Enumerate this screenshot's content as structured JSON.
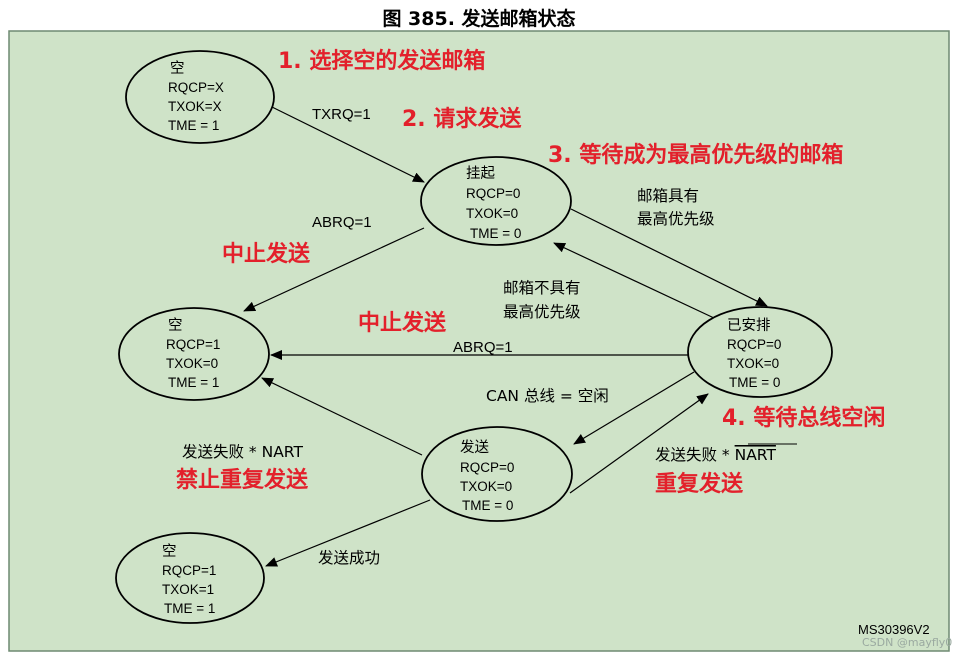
{
  "title": "图 385. 发送邮箱状态",
  "colors": {
    "background": "#cfe3c8",
    "border": "#6f8a72",
    "annotation_red": "#e3202b"
  },
  "states": {
    "empty_top": {
      "name": "空",
      "l1": "RQCP=X",
      "l2": "TXOK=X",
      "l3": "TME = 1"
    },
    "pending": {
      "name": "挂起",
      "l1": "RQCP=0",
      "l2": "TXOK=0",
      "l3": "TME = 0"
    },
    "empty_mid": {
      "name": "空",
      "l1": "RQCP=1",
      "l2": "TXOK=0",
      "l3": "TME = 1"
    },
    "scheduled": {
      "name": "已安排",
      "l1": "RQCP=0",
      "l2": "TXOK=0",
      "l3": "TME = 0"
    },
    "transmit": {
      "name": "发送",
      "l1": "RQCP=0",
      "l2": "TXOK=0",
      "l3": "TME = 0"
    },
    "empty_bottom": {
      "name": "空",
      "l1": "RQCP=1",
      "l2": "TXOK=1",
      "l3": "TME = 1"
    }
  },
  "transitions": {
    "txrq": "TXRQ=1",
    "abrq1": "ABRQ=1",
    "highest_1": "邮箱具有",
    "highest_2": "最高优先级",
    "not_highest_1": "邮箱不具有",
    "not_highest_2": "最高优先级",
    "abrq2": "ABRQ=1",
    "can_idle": "CAN 总线 = 空闲",
    "fail_nart": "发送失败 * NART",
    "fail_nart_bar_prefix": "发送失败 * ",
    "fail_nart_bar_word": "NART",
    "success": "发送成功"
  },
  "annotations": {
    "a1": "1. 选择空的发送邮箱",
    "a2": "2. 请求发送",
    "a3": "3. 等待成为最高优先级的邮箱",
    "a4": "中止发送",
    "a5": "中止发送",
    "a6": "4. 等待总线空闲",
    "a7": "禁止重复发送",
    "a8": "重复发送"
  },
  "figure_ref": "MS30396V2",
  "watermark": "CSDN @mayfly0"
}
